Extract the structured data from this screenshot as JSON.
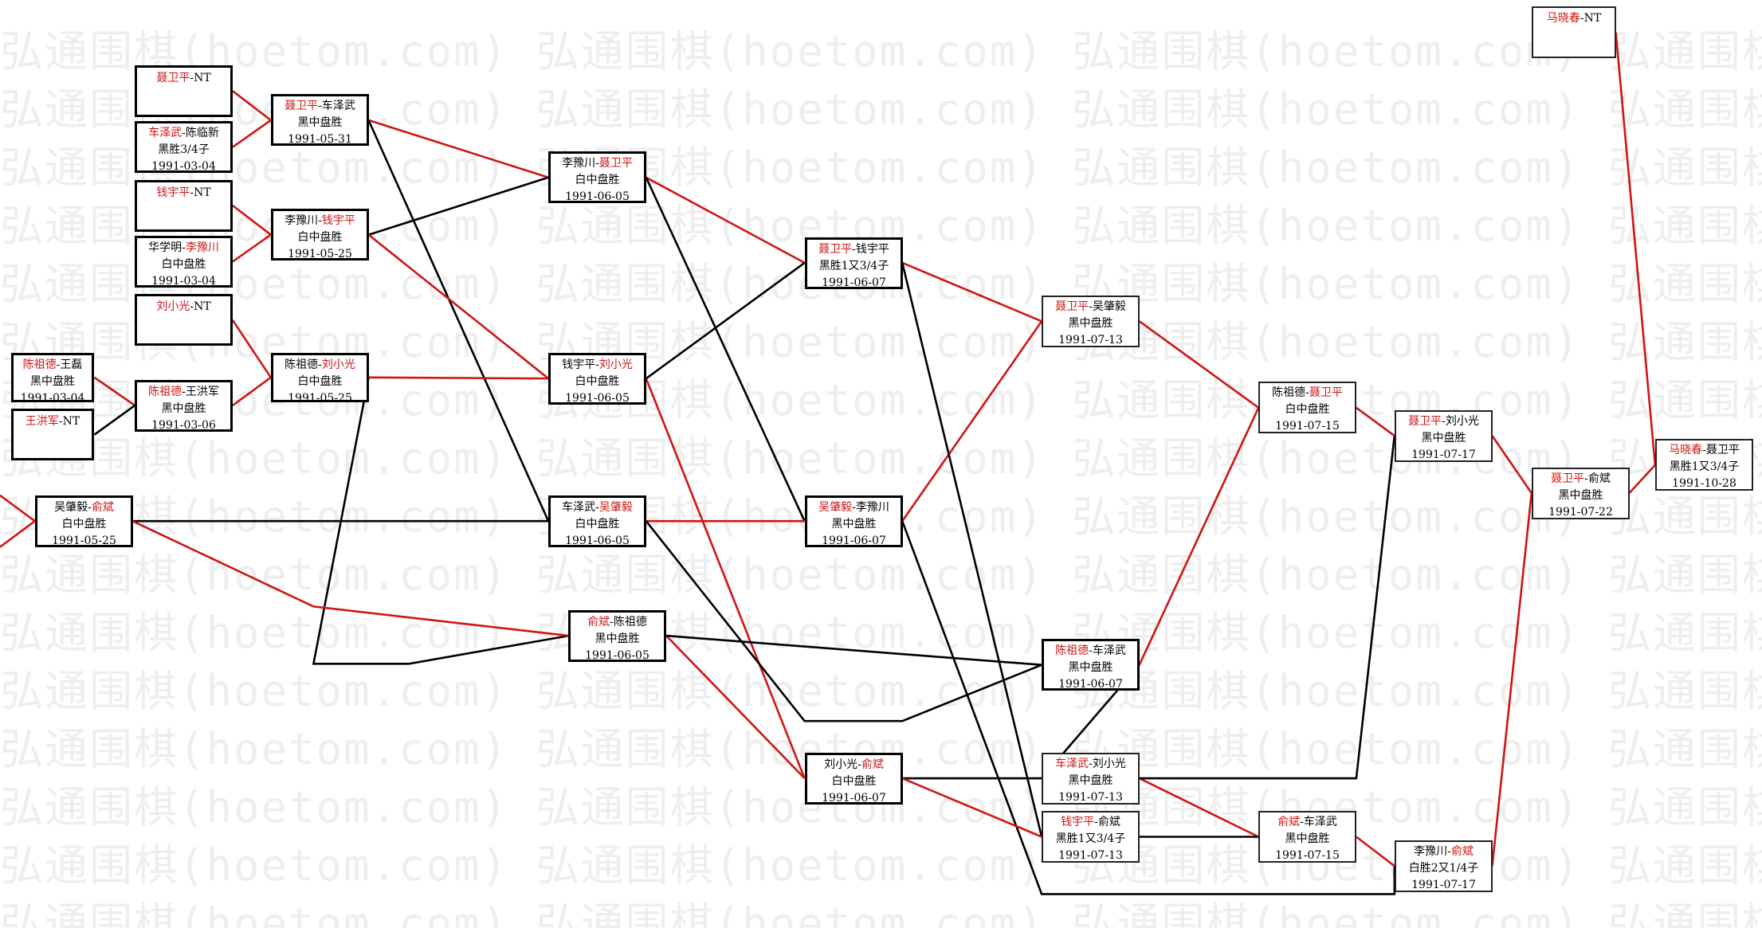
{
  "watermark": {
    "text": "弘通围棋(hoetom.com)"
  },
  "colors": {
    "winner": "#d01414",
    "path_loser": "#000000",
    "path_winner": "#d01414"
  },
  "nodes": [
    {
      "id": "n_nie_nt",
      "p1": "聂卫平",
      "p2": "NT",
      "winner": 1
    },
    {
      "id": "n_che_chen",
      "p1": "车泽武",
      "p2": "陈临新",
      "winner": 1,
      "result": "黑胜3/4子",
      "date": "1991-03-04"
    },
    {
      "id": "n_qian_nt",
      "p1": "钱宇平",
      "p2": "NT",
      "winner": 1
    },
    {
      "id": "n_hua_li",
      "p1": "华学明",
      "p2": "李豫川",
      "winner": 2,
      "result": "白中盘胜",
      "date": "1991-03-04"
    },
    {
      "id": "n_liu_nt",
      "p1": "刘小光",
      "p2": "NT",
      "winner": 1
    },
    {
      "id": "n_chenzd_wl",
      "p1": "陈祖德",
      "p2": "王磊",
      "winner": 1,
      "result": "黑中盘胜",
      "date": "1991-03-04"
    },
    {
      "id": "n_wang_nt",
      "p1": "王洪军",
      "p2": "NT",
      "winner": 1
    },
    {
      "id": "n_chenzd_whj",
      "p1": "陈祖德",
      "p2": "王洪军",
      "winner": 1,
      "result": "黑中盘胜",
      "date": "1991-03-06"
    },
    {
      "id": "n_nie_che",
      "p1": "聂卫平",
      "p2": "车泽武",
      "winner": 1,
      "result": "黑中盘胜",
      "date": "1991-05-31"
    },
    {
      "id": "n_li_qian",
      "p1": "李豫川",
      "p2": "钱宇平",
      "winner": 2,
      "result": "白中盘胜",
      "date": "1991-05-25"
    },
    {
      "id": "n_chen_liu",
      "p1": "陈祖德",
      "p2": "刘小光",
      "winner": 2,
      "result": "白中盘胜",
      "date": "1991-05-25"
    },
    {
      "id": "n_wu_yu",
      "p1": "吴肇毅",
      "p2": "俞斌",
      "winner": 2,
      "result": "白中盘胜",
      "date": "1991-05-25"
    },
    {
      "id": "n_li_nie",
      "p1": "李豫川",
      "p2": "聂卫平",
      "winner": 2,
      "result": "白中盘胜",
      "date": "1991-06-05"
    },
    {
      "id": "n_qian_liu",
      "p1": "钱宇平",
      "p2": "刘小光",
      "winner": 2,
      "result": "白中盘胜",
      "date": "1991-06-05"
    },
    {
      "id": "n_che_wu",
      "p1": "车泽武",
      "p2": "吴肇毅",
      "winner": 2,
      "result": "白中盘胜",
      "date": "1991-06-05"
    },
    {
      "id": "n_yu_chen",
      "p1": "俞斌",
      "p2": "陈祖德",
      "winner": 1,
      "result": "黑中盘胜",
      "date": "1991-06-05"
    },
    {
      "id": "n_nie_qian",
      "p1": "聂卫平",
      "p2": "钱宇平",
      "winner": 1,
      "result": "黑胜1又3/4子",
      "date": "1991-06-07"
    },
    {
      "id": "n_wu_li",
      "p1": "吴肇毅",
      "p2": "李豫川",
      "winner": 1,
      "result": "黑中盘胜",
      "date": "1991-06-07"
    },
    {
      "id": "n_liu_yu",
      "p1": "刘小光",
      "p2": "俞斌",
      "winner": 2,
      "result": "白中盘胜",
      "date": "1991-06-07"
    },
    {
      "id": "n_nie_wu",
      "p1": "聂卫平",
      "p2": "吴肇毅",
      "winner": 1,
      "result": "黑中盘胜",
      "date": "1991-07-13"
    },
    {
      "id": "n_chen_che",
      "p1": "陈祖德",
      "p2": "车泽武",
      "winner": 1,
      "result": "黑中盘胜",
      "date": "1991-06-07"
    },
    {
      "id": "n_che_liu",
      "p1": "车泽武",
      "p2": "刘小光",
      "winner": 1,
      "result": "黑中盘胜",
      "date": "1991-07-13"
    },
    {
      "id": "n_qian_yu",
      "p1": "钱宇平",
      "p2": "俞斌",
      "winner": 1,
      "result": "黑胜1又3/4子",
      "date": "1991-07-13"
    },
    {
      "id": "n_chen_nie",
      "p1": "陈祖德",
      "p2": "聂卫平",
      "winner": 2,
      "result": "白中盘胜",
      "date": "1991-07-15"
    },
    {
      "id": "n_yu_che",
      "p1": "俞斌",
      "p2": "车泽武",
      "winner": 1,
      "result": "黑中盘胜",
      "date": "1991-07-15"
    },
    {
      "id": "n_nie_liu",
      "p1": "聂卫平",
      "p2": "刘小光",
      "winner": 1,
      "result": "黑中盘胜",
      "date": "1991-07-17"
    },
    {
      "id": "n_li_yu",
      "p1": "李豫川",
      "p2": "俞斌",
      "winner": 2,
      "result": "白胜2又1/4子",
      "date": "1991-07-17"
    },
    {
      "id": "n_nie_yu",
      "p1": "聂卫平",
      "p2": "俞斌",
      "winner": 1,
      "result": "黑中盘胜",
      "date": "1991-07-22"
    },
    {
      "id": "n_ma_nt",
      "p1": "马晓春",
      "p2": "NT",
      "winner": 1
    },
    {
      "id": "n_ma_nie",
      "p1": "马晓春",
      "p2": "聂卫平",
      "winner": 1,
      "result": "黑胜1又3/4子",
      "date": "1991-10-28"
    }
  ]
}
